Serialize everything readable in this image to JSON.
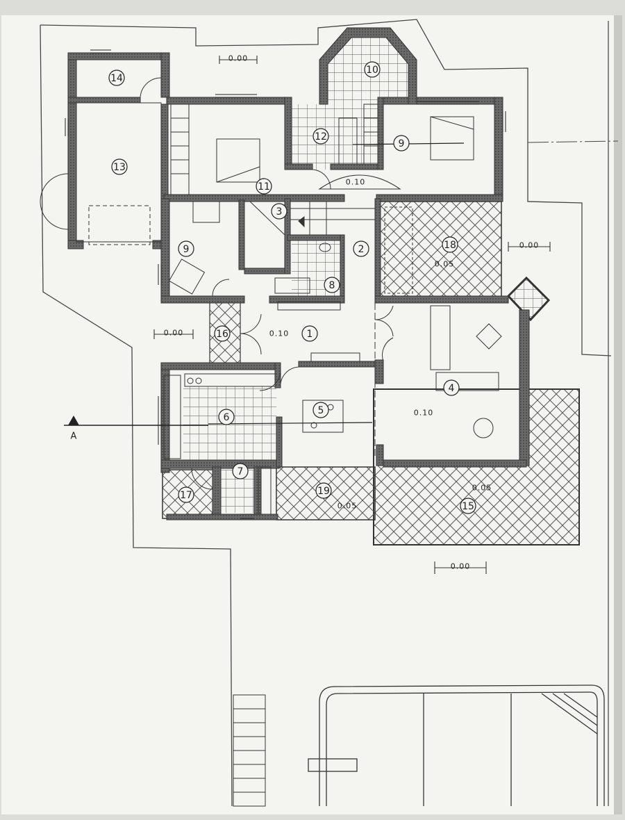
{
  "rooms": [
    {
      "id": "r1",
      "label": "1"
    },
    {
      "id": "r2",
      "label": "2"
    },
    {
      "id": "r3",
      "label": "3"
    },
    {
      "id": "r4",
      "label": "4"
    },
    {
      "id": "r5",
      "label": "5"
    },
    {
      "id": "r6",
      "label": "6"
    },
    {
      "id": "r7",
      "label": "7"
    },
    {
      "id": "r8",
      "label": "8"
    },
    {
      "id": "r9a",
      "label": "9"
    },
    {
      "id": "r9b",
      "label": "9"
    },
    {
      "id": "r10",
      "label": "10"
    },
    {
      "id": "r11",
      "label": "11"
    },
    {
      "id": "r12",
      "label": "12"
    },
    {
      "id": "r13",
      "label": "13"
    },
    {
      "id": "r14",
      "label": "14"
    },
    {
      "id": "r15",
      "label": "15"
    },
    {
      "id": "r16",
      "label": "16"
    },
    {
      "id": "r17",
      "label": "17"
    },
    {
      "id": "r18",
      "label": "18"
    },
    {
      "id": "r19",
      "label": "19"
    }
  ],
  "levels": [
    {
      "id": "lv1",
      "text": "0.00"
    },
    {
      "id": "lv2",
      "text": "0.00"
    },
    {
      "id": "lv3",
      "text": "0.00"
    },
    {
      "id": "lv4",
      "text": "0.00"
    },
    {
      "id": "lv5",
      "text": "0.10"
    },
    {
      "id": "lv6",
      "text": "0.10"
    },
    {
      "id": "lv7",
      "text": "0.10"
    },
    {
      "id": "lv8",
      "text": "0.05"
    },
    {
      "id": "lv9",
      "text": "0.05"
    },
    {
      "id": "lv10",
      "text": "0.05"
    }
  ],
  "section_marker": {
    "label": "A"
  },
  "colors": {
    "paper": "#f4f4f1",
    "wall": "#555555",
    "ink": "#333333",
    "hatch": "#444444"
  }
}
